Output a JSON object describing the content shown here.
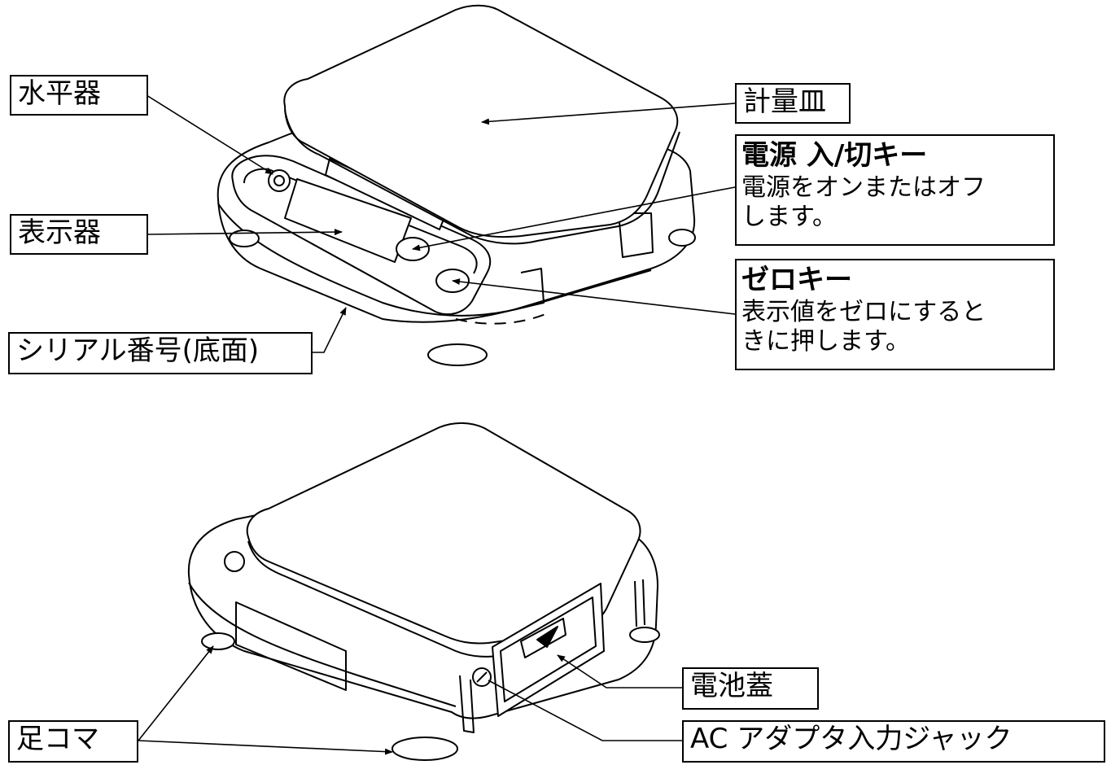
{
  "top_view": {
    "labels": {
      "level": "水平器",
      "pan": "計量皿",
      "power_key": {
        "title": "電源 入/切キー",
        "desc_lines": [
          "電源をオンまたはオフ",
          "します。"
        ]
      },
      "display": "表示器",
      "zero_key": {
        "title": "ゼロキー",
        "desc_lines": [
          "表示値をゼロにすると",
          "きに押します。"
        ]
      },
      "serial": "シリアル番号(底面)"
    }
  },
  "bottom_view": {
    "labels": {
      "battery_cover": "電池蓋",
      "feet": "足コマ",
      "ac_jack": "AC アダプタ入力ジャック"
    }
  }
}
